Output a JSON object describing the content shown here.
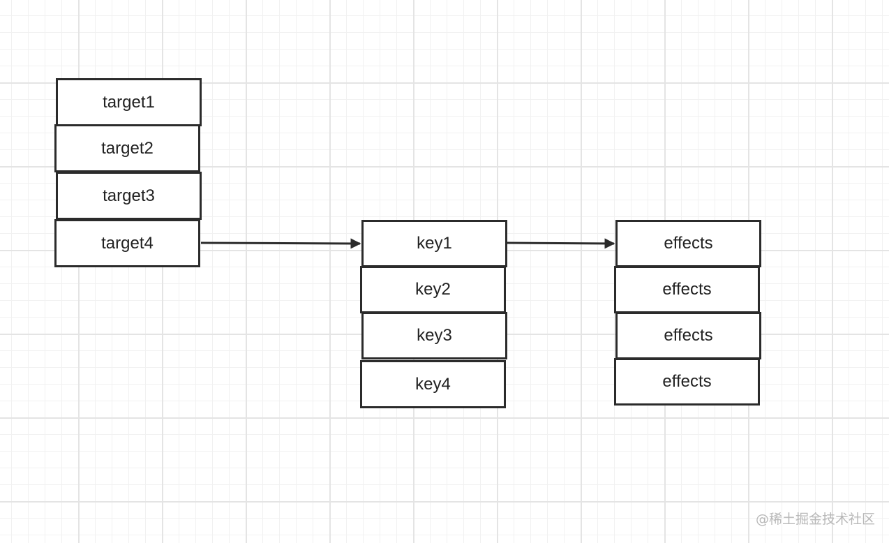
{
  "targets": [
    "target1",
    "target2",
    "target3",
    "target4"
  ],
  "keys": [
    "key1",
    "key2",
    "key3",
    "key4"
  ],
  "effects": [
    "effects",
    "effects",
    "effects",
    "effects"
  ],
  "colors": {
    "stroke": "#2b2b2b",
    "grid_major": "#e4e4e4",
    "grid_minor": "#f1f1f1",
    "text": "#222222"
  },
  "watermark": "@稀土掘金技术社区"
}
